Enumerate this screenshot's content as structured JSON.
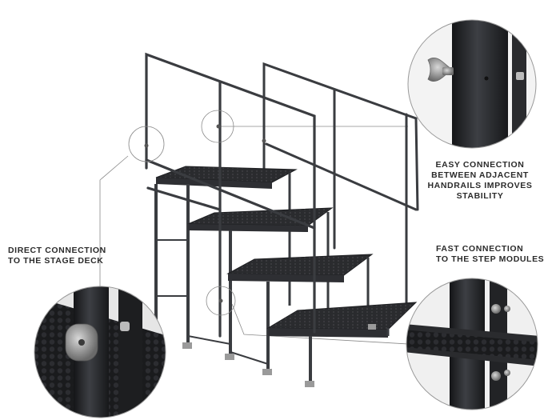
{
  "captions": {
    "easy_connection": [
      "EASY CONNECTION",
      "BETWEEN ADJACENT",
      "HANDRAILS IMPROVES",
      "STABILITY"
    ],
    "direct_connection": [
      "DIRECT CONNECTION",
      "TO THE STAGE DECK"
    ],
    "fast_connection": [
      "FAST CONNECTION",
      "TO THE STEP MODULES"
    ]
  },
  "colors": {
    "frame": "#3a3c40",
    "frame_dark": "#1f2023",
    "tread": "#2a2b2e",
    "callout_line": "#8a8a8a",
    "text": "#2b2b2b"
  }
}
